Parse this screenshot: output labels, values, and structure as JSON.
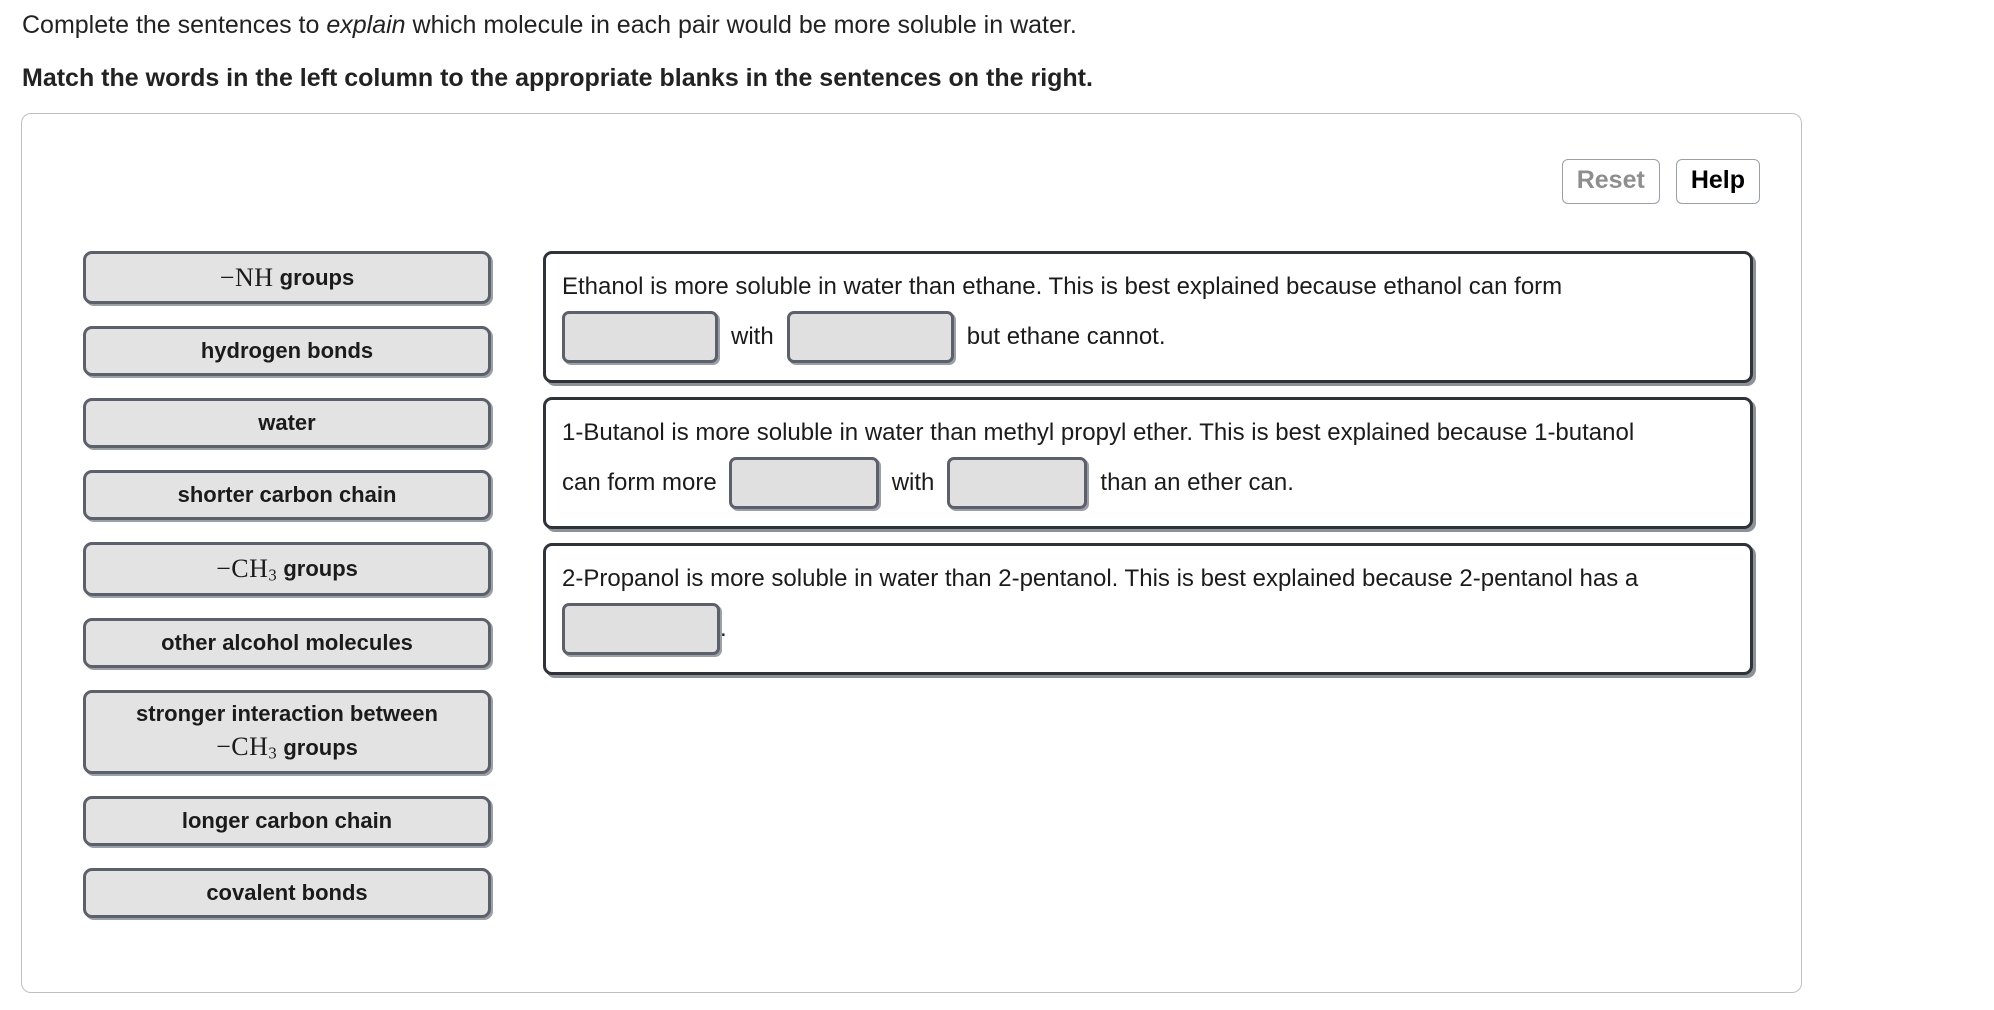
{
  "prompt": {
    "line1_before": "Complete the sentences to ",
    "line1_emphasis": "explain",
    "line1_after": " which molecule in each pair would be more soluble in water.",
    "line2": "Match the words in the left column to the appropriate blanks in the sentences on the right."
  },
  "toolbar": {
    "reset_label": "Reset",
    "help_label": "Help",
    "reset_disabled_color": "#8e8e8e",
    "help_color": "#000000"
  },
  "word_bank": {
    "tiles": [
      {
        "id": "nh-groups",
        "formula": "−NH",
        "sub": "",
        "text": "groups",
        "tall": false
      },
      {
        "id": "hydrogen-bonds",
        "formula": "",
        "sub": "",
        "text": "hydrogen bonds",
        "tall": false
      },
      {
        "id": "water",
        "formula": "",
        "sub": "",
        "text": "water",
        "tall": false
      },
      {
        "id": "shorter-carbon-chain",
        "formula": "",
        "sub": "",
        "text": "shorter carbon chain",
        "tall": false
      },
      {
        "id": "ch3-groups",
        "formula": "−CH",
        "sub": "3",
        "text": "groups",
        "tall": false
      },
      {
        "id": "other-alcohol-molecules",
        "formula": "",
        "sub": "",
        "text": "other alcohol molecules",
        "tall": false
      },
      {
        "id": "stronger-interaction-ch3",
        "formula": "−CH",
        "sub": "3",
        "text": "stronger interaction between|groups",
        "tall": true
      },
      {
        "id": "longer-carbon-chain",
        "formula": "",
        "sub": "",
        "text": "longer carbon chain",
        "tall": false
      },
      {
        "id": "covalent-bonds",
        "formula": "",
        "sub": "",
        "text": "covalent bonds",
        "tall": false
      }
    ],
    "tile_labels": [
      "−NH groups",
      "hydrogen bonds",
      "water",
      "shorter carbon chain",
      "−CH3 groups",
      "other alcohol molecules",
      "stronger interaction between −CH3 groups",
      "longer carbon chain",
      "covalent bonds"
    ]
  },
  "sentences": [
    {
      "id": "sentence-ethanol",
      "line1": "Ethanol is more soluble in water than ethane. This is best explained because ethanol can form",
      "frag_lead": "",
      "frag_mid": "with",
      "frag_tail": "but ethane cannot.",
      "blanks": 2
    },
    {
      "id": "sentence-butanol",
      "line1": "1-Butanol is more soluble in water than methyl propyl ether. This is best explained because 1-butanol",
      "frag_lead": "can form more",
      "frag_mid": "with",
      "frag_tail": "than an ether can.",
      "blanks": 2
    },
    {
      "id": "sentence-propanol",
      "line1": "2-Propanol is more soluble in water than 2-pentanol. This is best explained because 2-pentanol has a",
      "frag_lead": "",
      "frag_mid": "",
      "frag_tail": ".",
      "blanks": 1
    }
  ],
  "colors": {
    "tile_fill": "#e3e3e3",
    "tile_border": "#5c606b",
    "card_border": "#2f3338",
    "panel_border": "#bfbfbf",
    "dropzone_fill": "#e0e0e0",
    "text": "#1b1b1b"
  }
}
